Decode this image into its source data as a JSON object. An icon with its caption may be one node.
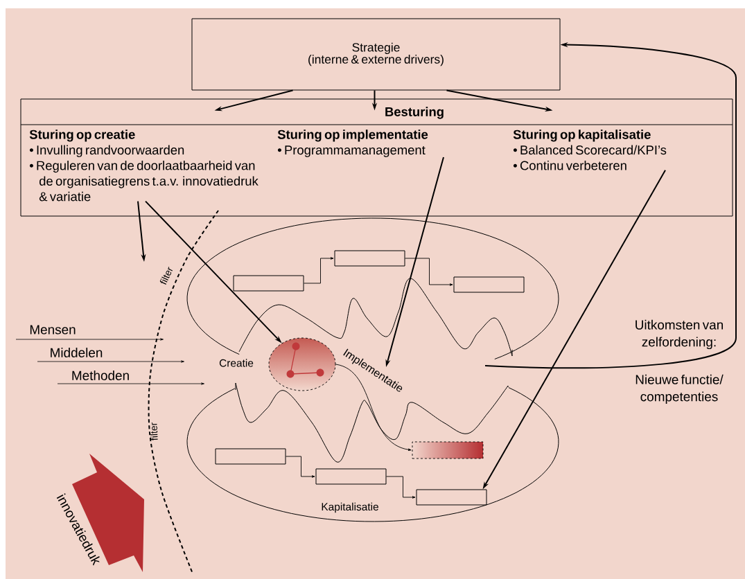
{
  "diagram": {
    "nodes": [
      {
        "text": [
          "Strategie",
          "(interne & externe drivers)"
        ]
      },
      {
        "text": [
          "Besturing"
        ]
      },
      {
        "text": [
          "Sturing op creatie",
          "• Invulling randvoorwaarden",
          "• Reguleren van de doorlaatbaarheid van de organisatiegrens t.a.v. innovatiedruk & variatie"
        ],
        "in": 1
      },
      {
        "text": [
          "Sturing op implementatie",
          "• Programmamanagement"
        ],
        "in": 1
      },
      {
        "text": [
          "Sturing op kapitalisatie",
          "• Balanced Scorecard/KPI’s",
          "• Continu verbeteren"
        ],
        "in": 1
      },
      {
        "text": [],
        "shape": "ellipse"
      },
      {
        "text": [],
        "shape": "box",
        "in": 5
      },
      {
        "text": [],
        "shape": "box",
        "in": 5
      },
      {
        "text": [],
        "shape": "box",
        "in": 5
      },
      {
        "text": [],
        "shape": "ellipse"
      },
      {
        "text": [
          "Kapitalisatie"
        ]
      },
      {
        "text": [],
        "shape": "box",
        "in": 10
      },
      {
        "text": [],
        "shape": "box",
        "in": 10
      },
      {
        "text": [],
        "shape": "box",
        "in": 10
      },
      {
        "text": [],
        "shape": "box",
        "in": 10
      }
    ],
    "edges": [
      {
        "from": 0,
        "to": 1,
        "arrow": "to"
      },
      {
        "from": 0,
        "to": 1,
        "arrow": "to"
      },
      {
        "from": 0,
        "to": 1,
        "arrow": "to"
      },
      {
        "from": 2,
        "to": null,
        "arrow": "to"
      },
      {
        "from": 2,
        "to": 9,
        "arrow": "to"
      },
      {
        "from": 3,
        "to": 5,
        "arrow": "to"
      },
      {
        "from": 4,
        "to": 13,
        "arrow": "to"
      },
      {
        "from": 6,
        "to": 7,
        "arrow": "to"
      },
      {
        "from": 7,
        "to": 8,
        "arrow": "to"
      },
      {
        "from": 9,
        "to": 14,
        "arrow": "to",
        "label": "Implementatie"
      },
      {
        "from": 11,
        "to": 12,
        "arrow": "to"
      },
      {
        "from": 12,
        "to": 13,
        "arrow": "to"
      },
      {
        "from": 5,
        "to": 0,
        "arrow": "to"
      }
    ],
    "labels": [
      "filter",
      "Uitkomsten van zelfordening:",
      "Mensen",
      "Middelen",
      "Creatie",
      "Methoden",
      "Nieuwe functie/ competenties",
      "filter",
      "innovatiedruk"
    ]
  }
}
